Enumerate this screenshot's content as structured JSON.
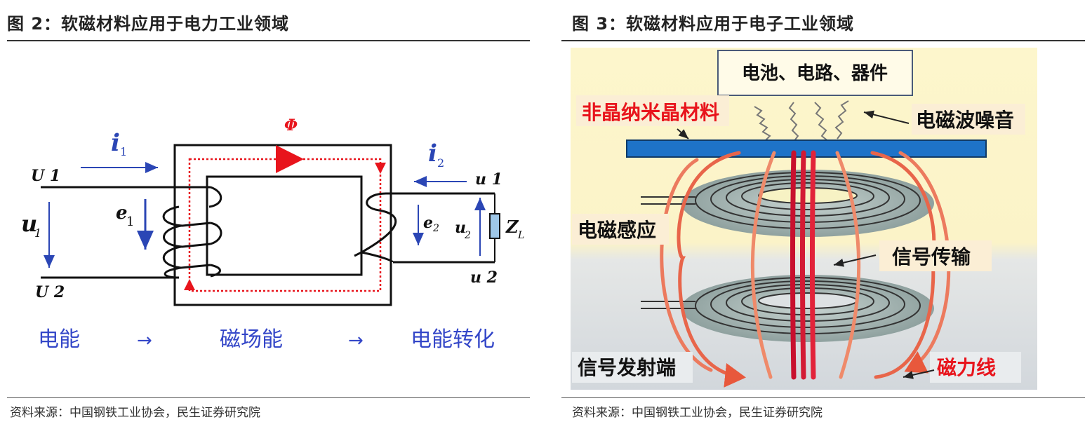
{
  "left_figure": {
    "title": "图 2：软磁材料应用于电力工业领域",
    "source": "资料来源：中国钢铁工业协会，民生证券研究院",
    "labels": {
      "U1": "U 1",
      "U2": "U 2",
      "u1_voltage": "u",
      "u1_sub": "1",
      "i1": "i",
      "i1_sub": "1",
      "i2": "i",
      "i2_sub": "2",
      "e1": "e",
      "e1_sub": "1",
      "e2": "e",
      "e2_sub": "2",
      "u2_voltage": "u",
      "u2_sub": "2",
      "ZL": "Z",
      "ZL_sub": "L",
      "phi": "Φ",
      "out_u1": "u 1",
      "out_u2": "u 2"
    },
    "flow": {
      "step1": "电能",
      "arrow1": "→",
      "step2": "磁场能",
      "arrow2": "→",
      "step3": "电能转化"
    }
  },
  "right_figure": {
    "title": "图 3：软磁材料应用于电子工业领域",
    "source": "资料来源：中国钢铁工业协会，民生证券研究院",
    "labels": {
      "top_box": "电池、电路、器件",
      "material": "非晶纳米晶材料",
      "noise": "电磁波噪音",
      "induction": "电磁感应",
      "transmission": "信号传输",
      "transmitter": "信号发射端",
      "field_lines": "磁力线"
    }
  },
  "colors": {
    "flow_text": "#3346c8",
    "arrow_blue": "#2b46b5",
    "flux_red": "#e8141c",
    "label_red": "#e8141c",
    "plate_blue": "#1e73c8",
    "bg_yellow": "#fdf6cc",
    "bg_gray": "#d4d9de"
  }
}
